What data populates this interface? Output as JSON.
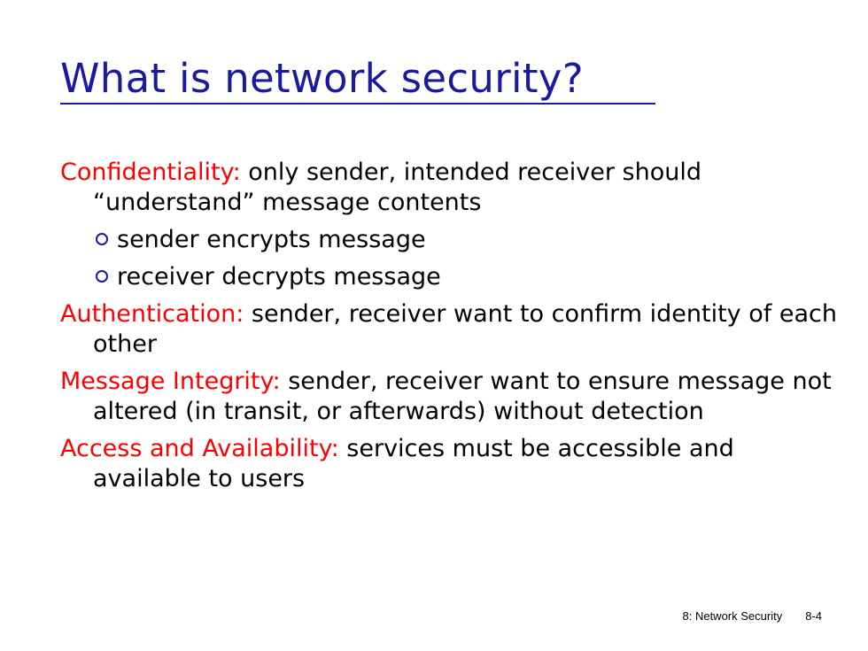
{
  "title": "What is network security?",
  "items": [
    {
      "term": "Confidentiality:",
      "text": " only sender, intended receiver should “understand” message contents"
    },
    {
      "term": "Authentication:",
      "text": " sender, receiver want to confirm identity of each other"
    },
    {
      "term": "Message Integrity:",
      "text": " sender, receiver want to ensure message not altered (in transit, or afterwards) without detection"
    },
    {
      "term": "Access and Availability:",
      "text": " services must be accessible and available to users"
    }
  ],
  "sub_bullets": [
    "sender encrypts message",
    "receiver decrypts message"
  ],
  "footer": {
    "chapter": "8: Network Security",
    "page": "8-4"
  },
  "colors": {
    "title": "#1a1aa0",
    "term": "#ff0000",
    "text": "#000000"
  }
}
